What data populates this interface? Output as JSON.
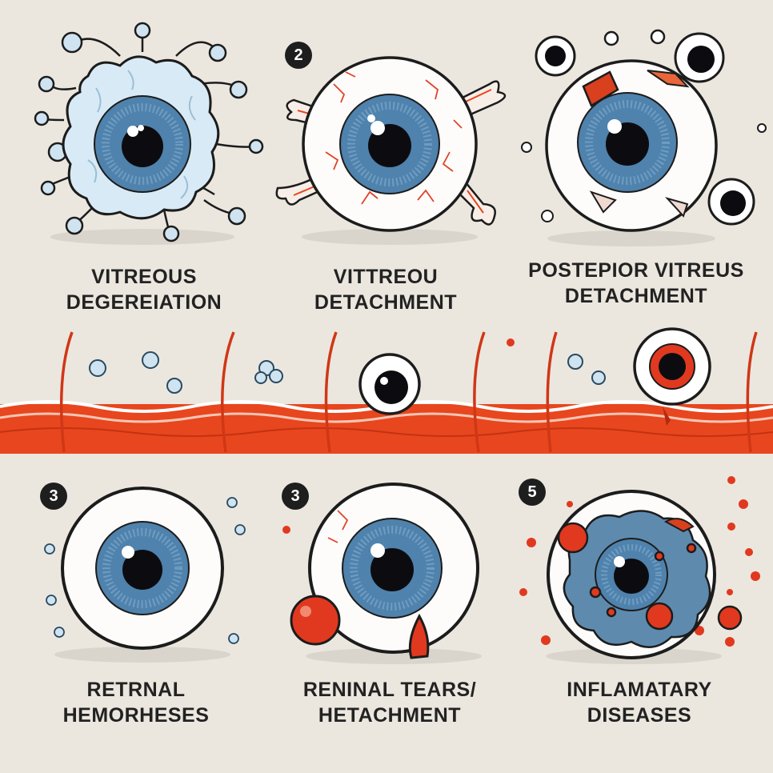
{
  "panels": [
    {
      "badge": "",
      "line1": "VITREOUS",
      "line2": "DEGEREIATION"
    },
    {
      "badge": "2",
      "line1": "VITTREOU",
      "line2": "DETACHMENT"
    },
    {
      "badge": "",
      "line1": "POSTEPIOR VITREUS",
      "line2": "DETACHMENT"
    },
    {
      "badge": "3",
      "line1": "RETRNAL",
      "line2": "HEMORHESES"
    },
    {
      "badge": "3",
      "line1": "RENINAL TEARS/",
      "line2": "HETACHMENT"
    },
    {
      "badge": "5",
      "line1": "INFLAMATARY",
      "line2": "DISEASES"
    }
  ],
  "colors": {
    "background": "#ebe7df",
    "iris": "#4f82ac",
    "pupil": "#0c0c10",
    "vitreous_blue": "#d2e6f2",
    "tissue_red": "#e8461e",
    "drop_red": "#e1391f",
    "outline": "#1c1c1c"
  }
}
